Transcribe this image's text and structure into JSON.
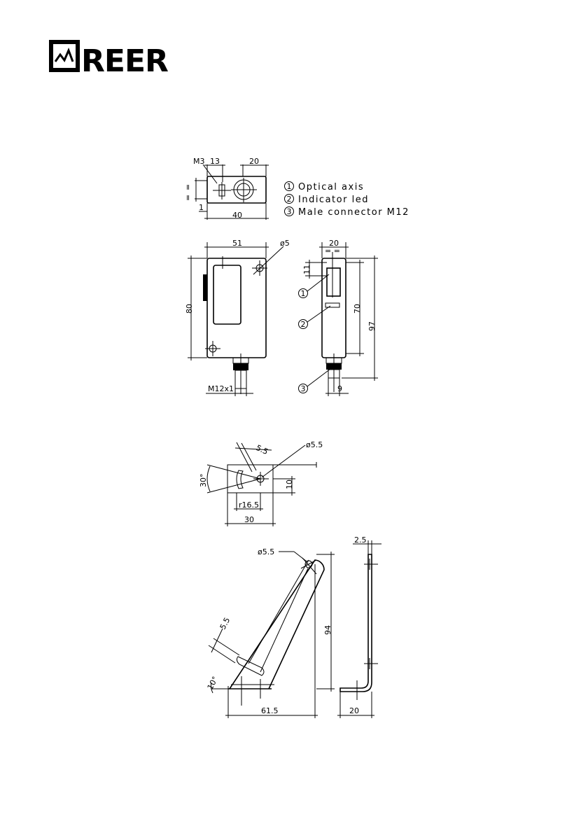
{
  "logo": {
    "text": "REER"
  },
  "legend": [
    {
      "num": "1",
      "label": "Optical  axis"
    },
    {
      "num": "2",
      "label": "Indicator  led"
    },
    {
      "num": "3",
      "label": "Male  connector  M12"
    }
  ],
  "top_view": {
    "thread": "M3",
    "dim_13": "13",
    "dim_20": "20",
    "dim_1": "1",
    "dim_40": "40"
  },
  "front_view": {
    "dim_51": "51",
    "hole": "ø5",
    "dim_80": "80",
    "connector": "M12x1"
  },
  "side_view": {
    "dim_20": "20",
    "dim_11": "11",
    "dim_70": "70",
    "dim_97": "97",
    "dim_9": "9",
    "callout_1": "1",
    "callout_2": "2",
    "callout_3": "3"
  },
  "bracket_top": {
    "slot_width": "5.5",
    "hole": "ø5.5",
    "angle": "30°",
    "dim_10": "10",
    "radius": "r16.5",
    "dim_30": "30"
  },
  "bracket_side": {
    "dim_2_5": "2.5",
    "hole": "ø5.5",
    "slot_width": "5.5",
    "dim_94": "94",
    "angle": "10°",
    "dim_61_5": "61.5",
    "dim_20": "20"
  }
}
